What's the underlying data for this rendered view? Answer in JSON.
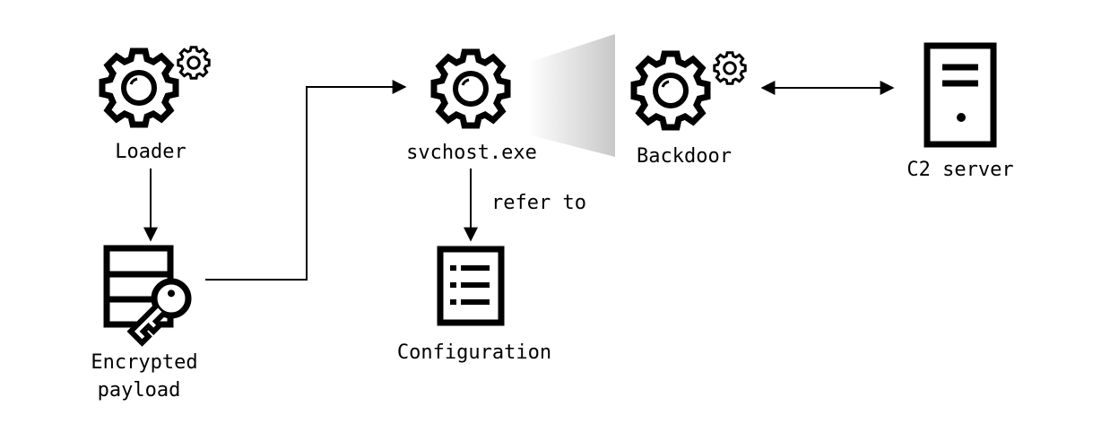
{
  "nodes": {
    "loader": {
      "label": "Loader",
      "icon": "gear-pair-icon"
    },
    "payload": {
      "label_line1": "Encrypted",
      "label_line2": "payload",
      "icon": "database-key-icon"
    },
    "svchost": {
      "label": "svchost.exe",
      "icon": "gear-icon"
    },
    "configuration": {
      "label": "Configuration",
      "icon": "document-list-icon"
    },
    "backdoor": {
      "label": "Backdoor",
      "icon": "gear-pair-icon"
    },
    "c2": {
      "label": "C2 server",
      "icon": "server-tower-icon"
    }
  },
  "edges": {
    "svchost_to_configuration": {
      "label": "refer to"
    }
  },
  "colors": {
    "ink": "#000000",
    "background": "#ffffff",
    "beam_light": "#ffffff",
    "beam_dark": "#c8c8c8"
  }
}
